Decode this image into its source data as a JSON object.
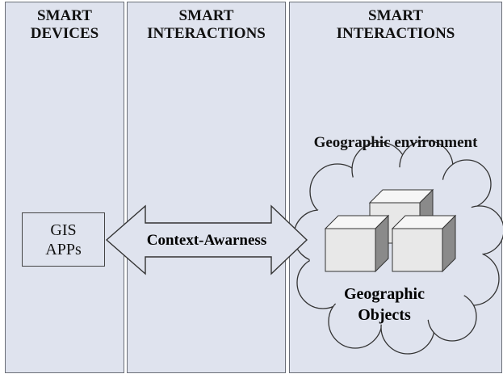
{
  "columns": {
    "devices": {
      "line1": "SMART",
      "line2": "DEVICES"
    },
    "interactions_left": {
      "line1": "SMART",
      "line2": "INTERACTIONS"
    },
    "interactions_right": {
      "line1": "SMART",
      "line2": "INTERACTIONS"
    }
  },
  "gis_apps": {
    "line1": "GIS",
    "line2": "APPs"
  },
  "arrow": {
    "label": "Context-Awarness"
  },
  "environment": {
    "title": "Geographic environment"
  },
  "objects": {
    "line1": "Geographic",
    "line2": "Objects"
  },
  "colors": {
    "panel": "#dfe3ee",
    "border": "#6b6f78",
    "cube_front": "#e8e8e8",
    "cube_top": "#f6f6f6",
    "cube_side": "#8a8a8a"
  }
}
